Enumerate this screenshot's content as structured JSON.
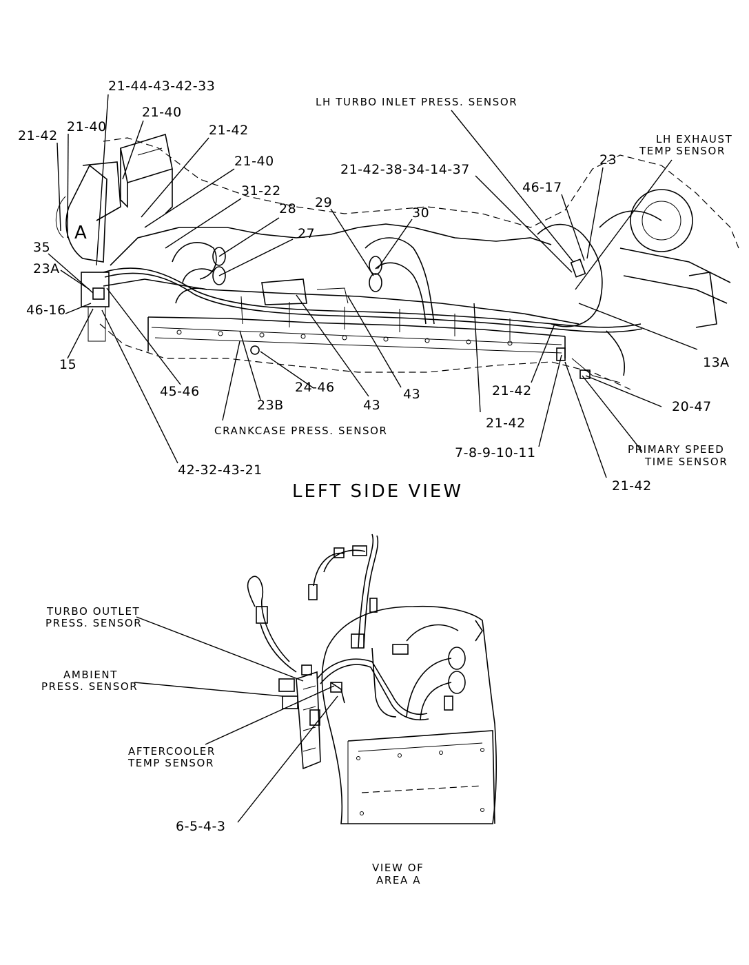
{
  "views": {
    "left_side": {
      "title": "LEFT SIDE VIEW",
      "area_marker": "A",
      "callouts": [
        "21-44-43-42-33",
        "21-40",
        "21-42",
        "21-40",
        "21-42",
        "21-40",
        "31-22",
        "28",
        "27",
        "35",
        "23A",
        "46-16",
        "15",
        "45-46",
        "42-32-43-21",
        "23B",
        "24-46",
        "43",
        "43",
        "29",
        "30",
        "21-42-38-34-14-37",
        "46-17",
        "23",
        "21-42",
        "21-42",
        "7-8-9-10-11",
        "21-42",
        "13A",
        "20-47"
      ],
      "sensors": {
        "lh_turbo_inlet": "LH TURBO INLET PRESS. SENSOR",
        "lh_exhaust_temp_line1": "LH EXHAUST",
        "lh_exhaust_temp_line2": "TEMP SENSOR",
        "crankcase": "CRANKCASE PRESS. SENSOR",
        "primary_speed_line1": "PRIMARY SPEED",
        "primary_speed_line2": "TIME SENSOR"
      }
    },
    "area_a": {
      "title_line1": "VIEW OF",
      "title_line2": "AREA A",
      "callouts": [
        "6-5-4-3"
      ],
      "sensors": {
        "turbo_outlet_line1": "TURBO OUTLET",
        "turbo_outlet_line2": "PRESS. SENSOR",
        "ambient_line1": "AMBIENT",
        "ambient_line2": "PRESS. SENSOR",
        "aftercooler_line1": "AFTERCOOLER",
        "aftercooler_line2": "TEMP SENSOR"
      }
    }
  }
}
